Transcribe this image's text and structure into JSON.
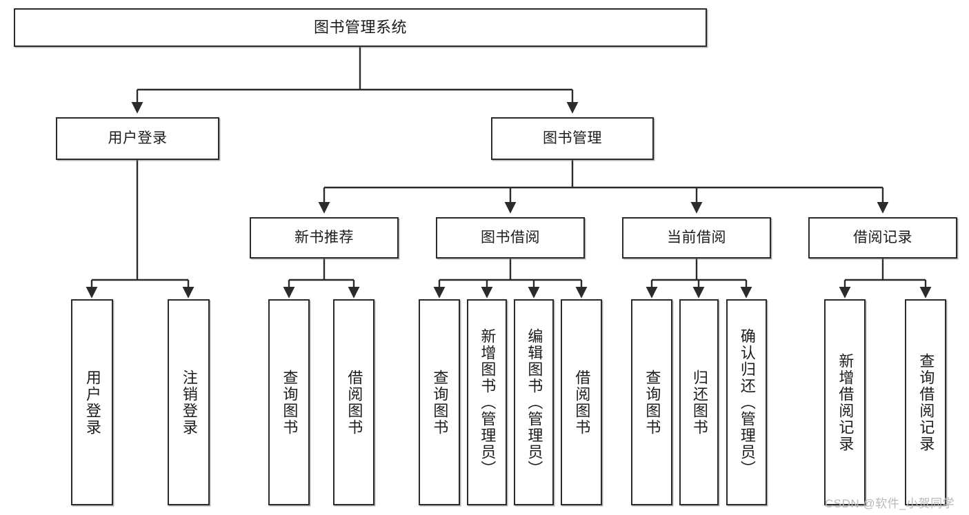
{
  "diagram": {
    "title": "图书管理系统",
    "type": "tree-hierarchy-diagram",
    "watermark": "CSDN @软件_小贺同学",
    "colors": {
      "box_border": "#2b2b2b",
      "box_fill": "#ffffff",
      "edge": "#2b2b2b",
      "text": "#1c1c1c",
      "watermark": "#b9b9b9",
      "background": "#ffffff"
    },
    "nodes": {
      "root": {
        "label": "图书管理系统"
      },
      "level2": [
        {
          "id": "user-login",
          "label": "用户登录"
        },
        {
          "id": "book-manage",
          "label": "图书管理"
        }
      ],
      "level3": [
        {
          "id": "new-book-recommend",
          "label": "新书推荐"
        },
        {
          "id": "book-borrow",
          "label": "图书借阅"
        },
        {
          "id": "current-borrow",
          "label": "当前借阅"
        },
        {
          "id": "borrow-record",
          "label": "借阅记录"
        }
      ],
      "leaves": {
        "user-login": [
          {
            "id": "leaf-user-login",
            "label": "用户登录"
          },
          {
            "id": "leaf-logout",
            "label": "注销登录"
          }
        ],
        "new-book-recommend": [
          {
            "id": "leaf-query-book-1",
            "label": "查询图书"
          },
          {
            "id": "leaf-borrow-book-1",
            "label": "借阅图书"
          }
        ],
        "book-borrow": [
          {
            "id": "leaf-query-book-2",
            "label": "查询图书"
          },
          {
            "id": "leaf-add-book",
            "label": "新增图书（管理员）"
          },
          {
            "id": "leaf-edit-book",
            "label": "编辑图书（管理员）"
          },
          {
            "id": "leaf-borrow-book-2",
            "label": "借阅图书"
          }
        ],
        "current-borrow": [
          {
            "id": "leaf-query-book-3",
            "label": "查询图书"
          },
          {
            "id": "leaf-return-book",
            "label": "归还图书"
          },
          {
            "id": "leaf-confirm-return",
            "label": "确认归还（管理员）"
          }
        ],
        "borrow-record": [
          {
            "id": "leaf-add-record",
            "label": "新增借阅记录"
          },
          {
            "id": "leaf-query-record",
            "label": "查询借阅记录"
          }
        ]
      }
    }
  }
}
